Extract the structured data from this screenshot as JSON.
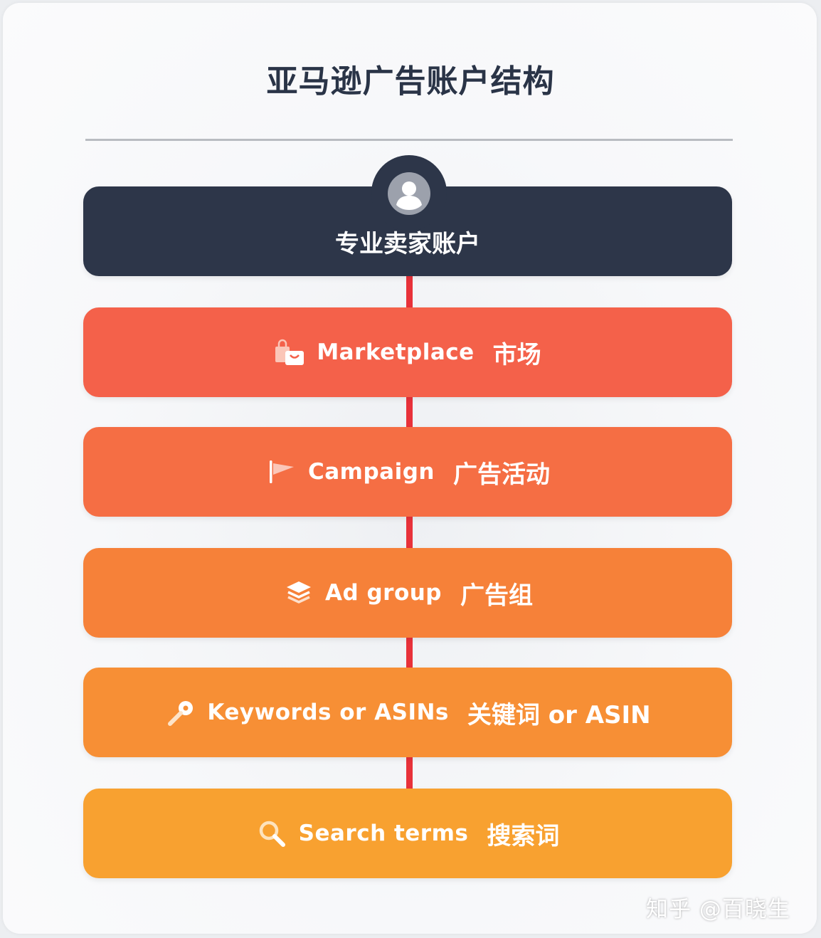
{
  "title": "亚马逊广告账户结构",
  "root": {
    "label": "专业卖家账户",
    "icon": "user-avatar-icon"
  },
  "levels": [
    {
      "en": "Marketplace",
      "zh": "市场",
      "icon": "shopping-bag-icon",
      "color": "#f4614a"
    },
    {
      "en": "Campaign",
      "zh": "广告活动",
      "icon": "flag-icon",
      "color": "#f56e44"
    },
    {
      "en": "Ad group",
      "zh": "广告组",
      "icon": "layers-icon",
      "color": "#f68139"
    },
    {
      "en": "Keywords or ASINs",
      "zh": "关键词 or ASIN",
      "icon": "key-icon",
      "color": "#f78f35"
    },
    {
      "en": "Search terms",
      "zh": "搜索词",
      "icon": "search-icon",
      "color": "#f8a130"
    }
  ],
  "colors": {
    "root": "#2d3649",
    "connector": "#e8323a",
    "title": "#2a3447"
  },
  "watermark": "知乎 @百晓生"
}
